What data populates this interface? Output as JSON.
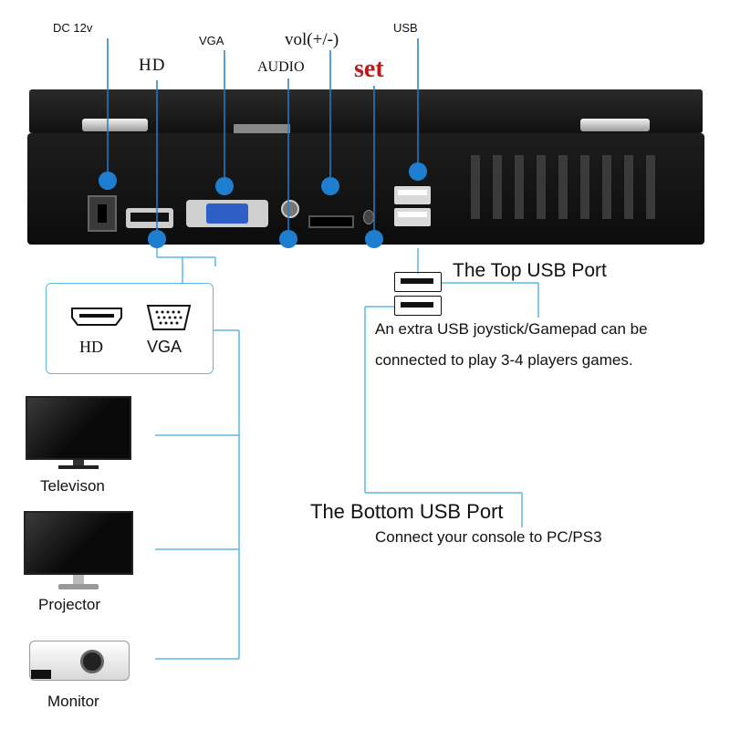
{
  "port_labels": {
    "dc": "DC 12v",
    "hd": "HD",
    "vga": "VGA",
    "audio": "AUDIO",
    "vol": "vol(+/-)",
    "set": "set",
    "usb": "USB"
  },
  "video_box": {
    "hd_label": "HD",
    "vga_label": "VGA"
  },
  "top_usb": {
    "title": "The Top USB Port",
    "description_line1": "An extra USB joystick/Gamepad can be",
    "description_line2": "connected to play 3-4 players games."
  },
  "bottom_usb": {
    "title": "The Bottom USB Port",
    "description": "Connect your console to PC/PS3"
  },
  "devices": [
    {
      "label": "Televison",
      "icon": "television-icon"
    },
    {
      "label": "Projector",
      "icon": "monitor-screen-icon"
    },
    {
      "label": "Monitor",
      "icon": "projector-icon"
    }
  ],
  "colors": {
    "accent_blue": "#1e7fd0",
    "line_blue": "#5bb8e6",
    "set_red": "#c0181c",
    "device_black": "#1a1a1a"
  }
}
